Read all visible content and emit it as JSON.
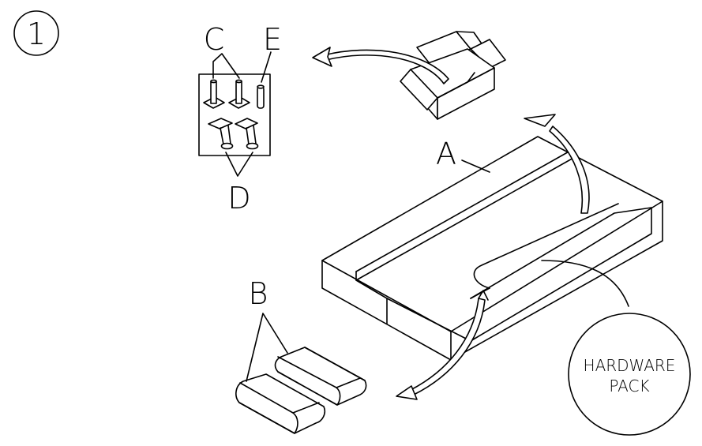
{
  "step": {
    "number": "1"
  },
  "labels": {
    "A": "A",
    "B": "B",
    "C": "C",
    "D": "D",
    "E": "E"
  },
  "hardware_pack": {
    "line1": "HARDWARE",
    "line2": "PACK"
  }
}
